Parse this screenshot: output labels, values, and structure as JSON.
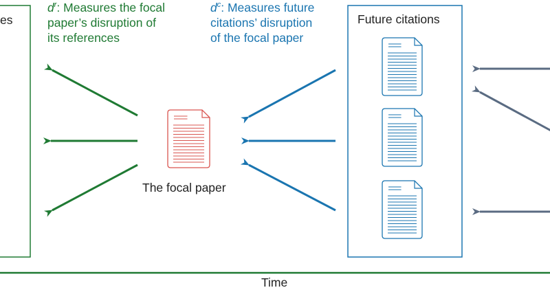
{
  "references_box": {
    "title_fragment": "es"
  },
  "citations_box": {
    "title": "Future citations"
  },
  "focal_paper": {
    "label": "The focal paper"
  },
  "time_axis": {
    "label": "Time"
  },
  "dr_text": {
    "symbol": "d",
    "superscript": "r",
    "line1_rest": ": Measures the focal",
    "line2": "paper’s disruption of",
    "line3": "its references"
  },
  "dc_text": {
    "symbol": "d",
    "superscript": "c",
    "line1_rest": ": Measures future",
    "line2": "citations’ disruption",
    "line3": "of the focal paper"
  },
  "colors": {
    "green": "#1f7a33",
    "blue": "#1a75b0",
    "red": "#d9544f",
    "slate": "#5a6b82",
    "text": "#222222"
  },
  "icons": [
    "document-icon",
    "arrow-left-icon"
  ]
}
